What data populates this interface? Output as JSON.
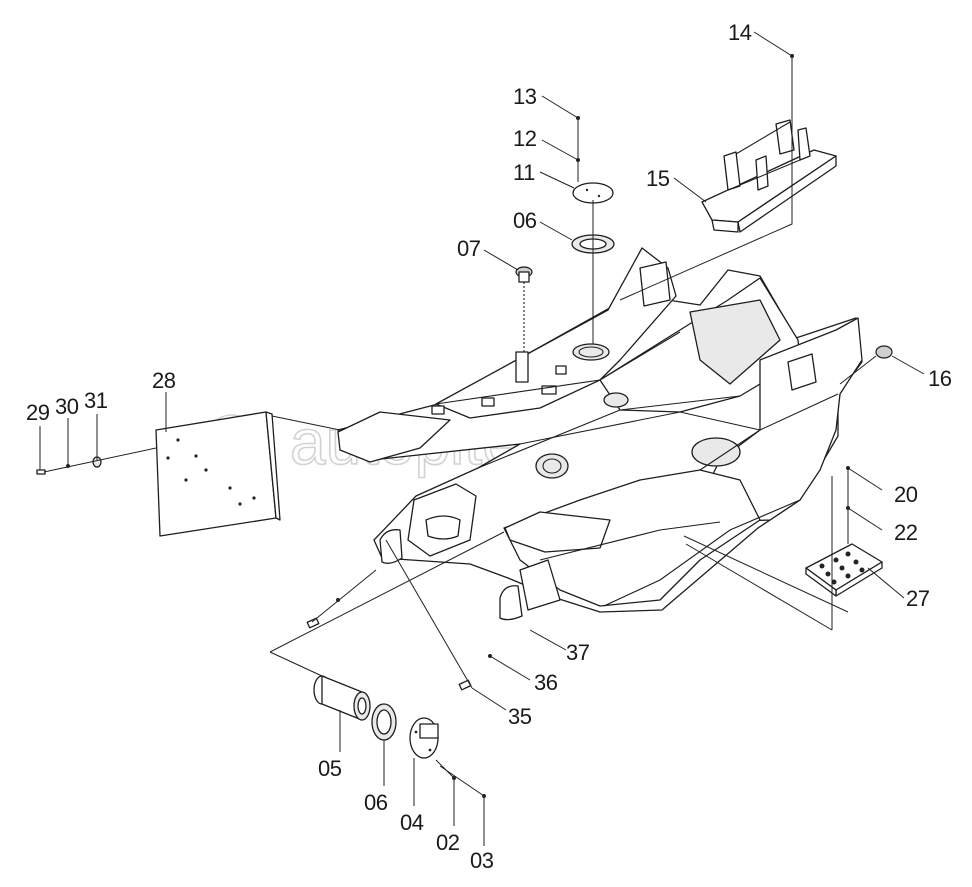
{
  "watermark": {
    "text": "autopiter.ru"
  },
  "callouts": [
    {
      "id": "14",
      "label": "14"
    },
    {
      "id": "13",
      "label": "13"
    },
    {
      "id": "12",
      "label": "12"
    },
    {
      "id": "11",
      "label": "11"
    },
    {
      "id": "15",
      "label": "15"
    },
    {
      "id": "06a",
      "label": "06"
    },
    {
      "id": "07",
      "label": "07"
    },
    {
      "id": "28",
      "label": "28"
    },
    {
      "id": "29",
      "label": "29"
    },
    {
      "id": "30",
      "label": "30"
    },
    {
      "id": "31",
      "label": "31"
    },
    {
      "id": "16",
      "label": "16"
    },
    {
      "id": "20",
      "label": "20"
    },
    {
      "id": "22",
      "label": "22"
    },
    {
      "id": "27",
      "label": "27"
    },
    {
      "id": "37",
      "label": "37"
    },
    {
      "id": "36",
      "label": "36"
    },
    {
      "id": "35",
      "label": "35"
    },
    {
      "id": "05",
      "label": "05"
    },
    {
      "id": "06b",
      "label": "06"
    },
    {
      "id": "04",
      "label": "04"
    },
    {
      "id": "02",
      "label": "02"
    },
    {
      "id": "03",
      "label": "03"
    }
  ]
}
